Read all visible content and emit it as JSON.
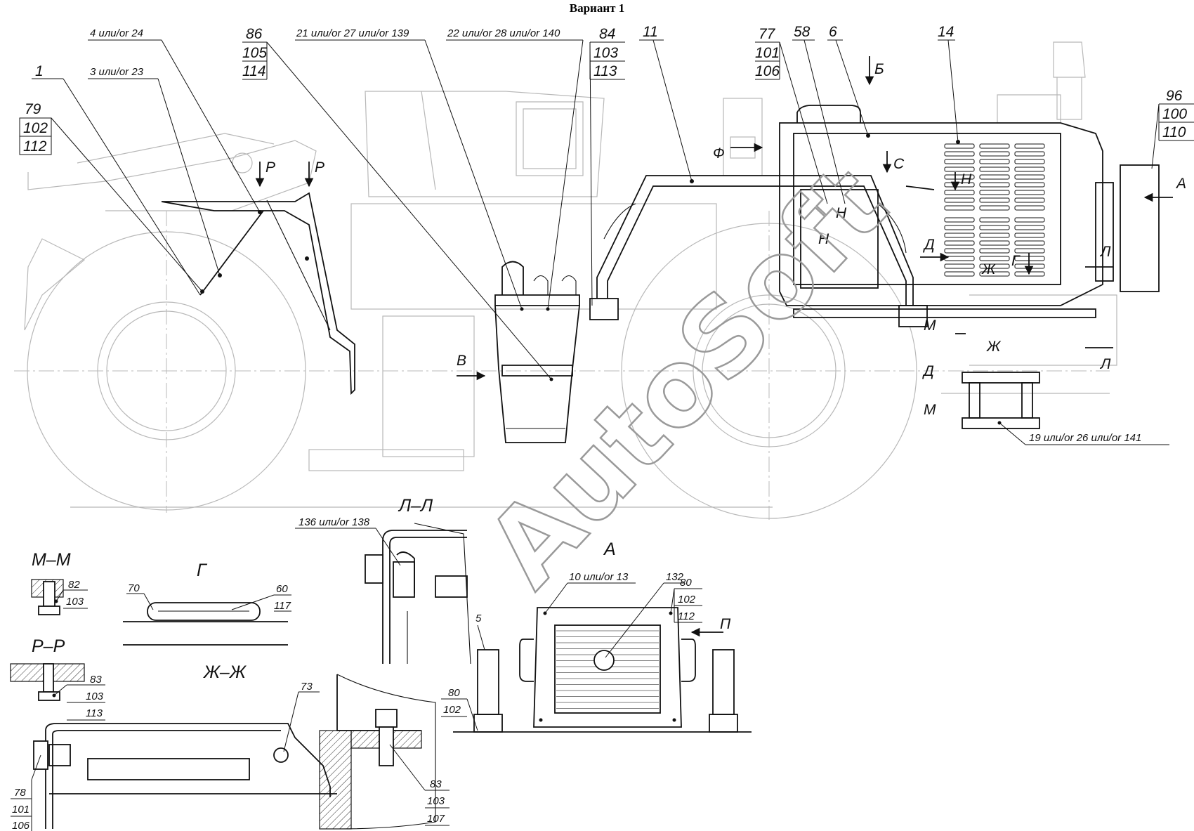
{
  "title": "Вариант 1",
  "watermark": "AutoSoft",
  "callouts": {
    "c1": "1",
    "c3": "3 или/or 23",
    "c4": "4 или/or 24",
    "c79": [
      "79",
      "102",
      "112"
    ],
    "c86": [
      "86",
      "105",
      "114"
    ],
    "c21": "21 или/or 27 или/or 139",
    "c22": "22 или/or 28 или/or 140",
    "c84": [
      "84",
      "103",
      "113"
    ],
    "c11": "11",
    "c77": [
      "77",
      "101",
      "106"
    ],
    "c58": "58",
    "c6": "6",
    "c14": "14",
    "c96": [
      "96",
      "100",
      "110"
    ],
    "c19": "19 или/or 26 или/or 141",
    "c82": [
      "82",
      "103"
    ],
    "c70": "70",
    "c60": [
      "60",
      "117"
    ],
    "c83a": [
      "83",
      "103",
      "113"
    ],
    "c136": "136 или/or 138",
    "c10": "10 или/or 13",
    "c132": "132",
    "c80a": [
      "80",
      "102",
      "112"
    ],
    "c5": "5",
    "c80b": [
      "80",
      "102"
    ],
    "c73": "73",
    "c78": [
      "78",
      "101",
      "106"
    ],
    "c83b": [
      "83",
      "103",
      "107"
    ]
  },
  "section_marks": {
    "A": "А",
    "B_cyr": "Б",
    "V": "В",
    "F": "Ф",
    "S": "С",
    "N": "Н",
    "D": "Д",
    "Zh": "Ж",
    "G": "Г",
    "L": "Л",
    "M": "М",
    "R": "Р",
    "P": "П"
  },
  "section_titles": {
    "mm": "М–М",
    "rr": "Р–Р",
    "g": "Г",
    "zhzh": "Ж–Ж",
    "ll": "Л–Л",
    "a": "А"
  }
}
